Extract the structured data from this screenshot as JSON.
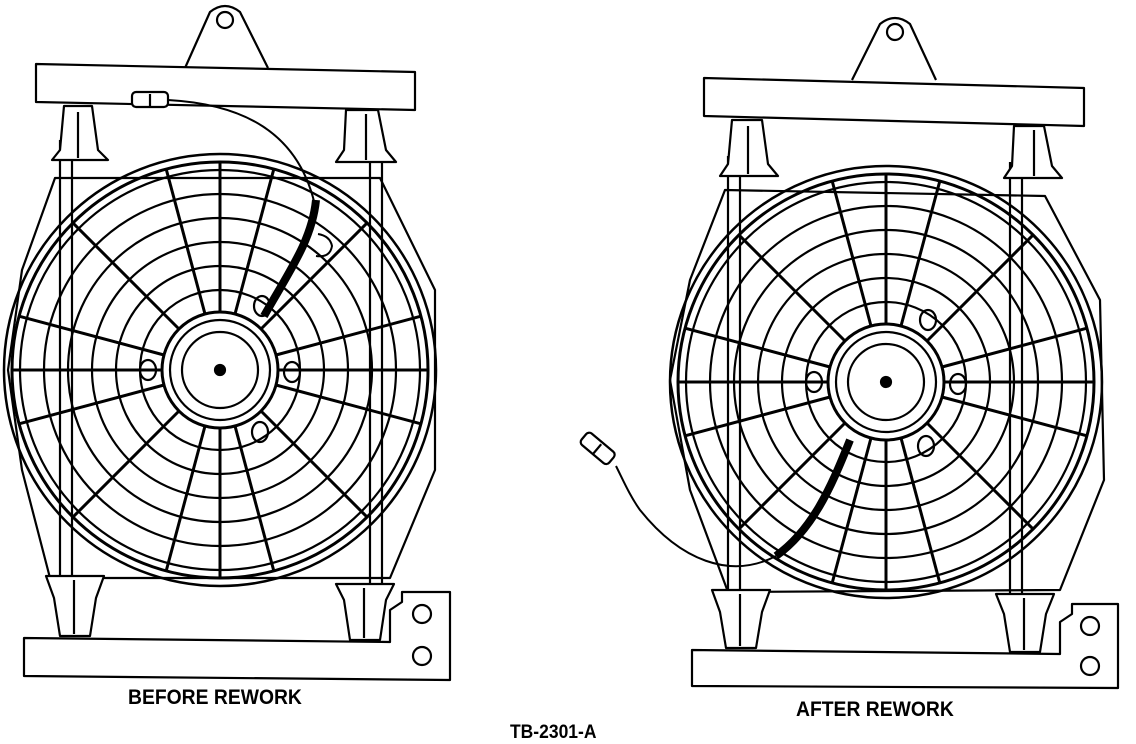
{
  "labels": {
    "before": "BEFORE REWORK",
    "after": "AFTER REWORK",
    "figure_id": "TB-2301-A"
  },
  "colors": {
    "ink": "#000000",
    "paper": "#ffffff"
  }
}
